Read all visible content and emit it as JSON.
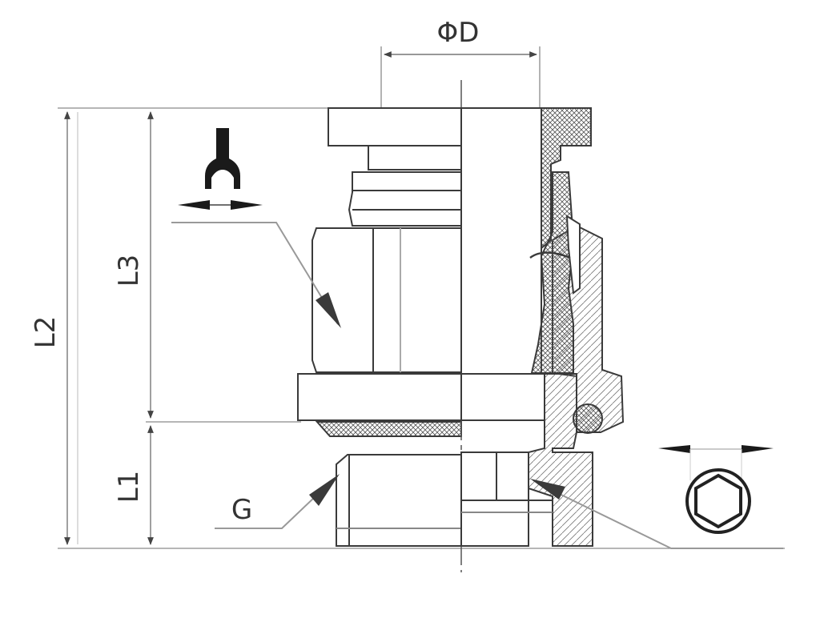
{
  "labels": {
    "phi_d": "ΦD",
    "l1": "L1",
    "l2": "L2",
    "l3": "L3",
    "g": "G"
  },
  "icons": {
    "wrench": "wrench-spanner-icon",
    "hex": "hexagon-across-flats-icon"
  },
  "colors": {
    "line": "#3a3a3a",
    "thin": "#8a8a8a",
    "fill": "#ffffff"
  }
}
